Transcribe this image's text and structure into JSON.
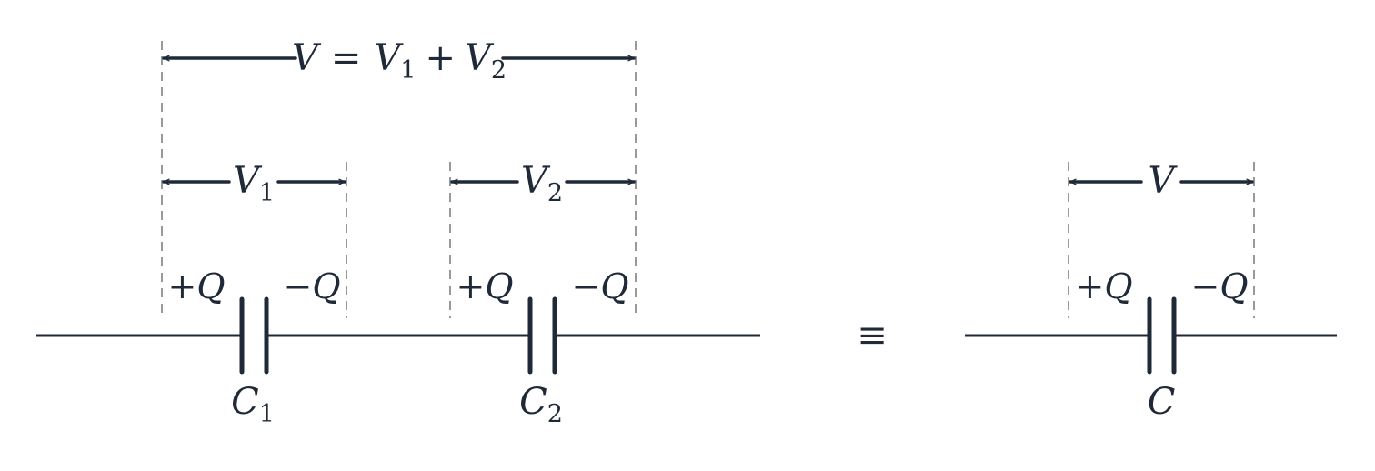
{
  "total_voltage": {
    "symbol": "V",
    "equals": "=",
    "v1": "V",
    "v1_sub": "1",
    "plus": "+",
    "v2": "V",
    "v2_sub": "2"
  },
  "cap1": {
    "voltage": "V",
    "voltage_sub": "1",
    "plus_charge": "+Q",
    "minus_charge": "−Q",
    "name": "C",
    "name_sub": "1"
  },
  "cap2": {
    "voltage": "V",
    "voltage_sub": "2",
    "plus_charge": "+Q",
    "minus_charge": "−Q",
    "name": "C",
    "name_sub": "2"
  },
  "equivalence_symbol": "≡",
  "equivalent": {
    "voltage": "V",
    "plus_charge": "+Q",
    "minus_charge": "−Q",
    "name": "C"
  },
  "colors": {
    "ink": "#1f2937",
    "guide": "#9a9a9a"
  }
}
